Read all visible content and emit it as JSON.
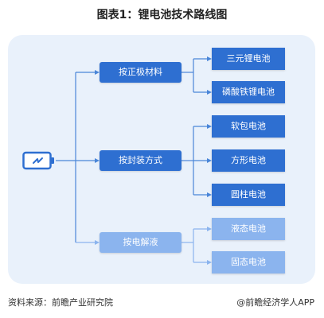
{
  "title": "图表1：锂电池技术路线图",
  "icon": "battery-icon",
  "categories": [
    {
      "label": "按正极材料",
      "children": [
        "三元锂电池",
        "磷酸铁锂电池"
      ]
    },
    {
      "label": "按封装方式",
      "children": [
        "软包电池",
        "方形电池",
        "圆柱电池"
      ]
    },
    {
      "label": "按电解液",
      "children": [
        "液态电池",
        "固态电池"
      ]
    }
  ],
  "footer": {
    "source": "资料来源：前瞻产业研究院",
    "brand": "@前瞻经济学人APP"
  },
  "colors": {
    "dark_box": "#2e6fd1",
    "light_box": "#8bb4ee",
    "line": "#4a86d8",
    "panel": "#e9f1fb"
  }
}
